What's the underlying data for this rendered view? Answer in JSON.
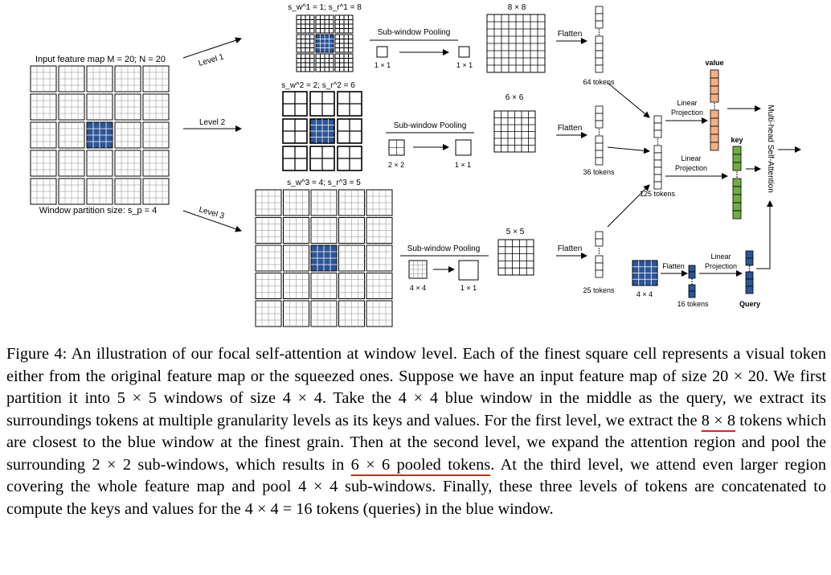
{
  "figure": {
    "input_title": "Input feature map  M = 20; N = 20",
    "window_partition": "Window partition size:  s_p = 4",
    "level1_label": "Level 1",
    "level2_label": "Level 2",
    "level3_label": "Level 3",
    "level1_params": "s_w^1 = 1; s_r^1 = 8",
    "level2_params": "s_w^2 = 2; s_r^2 = 6",
    "level3_params": "s_w^3 = 4; s_r^3 = 5",
    "sub_window_pooling": "Sub-window Pooling",
    "pool_in_1": "1 × 1",
    "pool_out_1": "1 × 1",
    "pool_in_2": "2 × 2",
    "pool_out_2": "1 × 1",
    "pool_in_3": "4 × 4",
    "pool_out_3": "1 × 1",
    "grid_8": "8 × 8",
    "grid_6": "6 × 6",
    "grid_5": "5 × 5",
    "flatten": "Flatten",
    "tokens_64": "64 tokens",
    "tokens_36": "36 tokens",
    "tokens_25": "25 tokens",
    "tokens_125": "125 tokens",
    "tokens_16": "16 tokens",
    "query_grid": "4 × 4",
    "linear_projection_1": "Linear",
    "linear_projection_2": "Projection",
    "value": "value",
    "key": "key",
    "query": "Query",
    "mhsa": "Multi-head Self-Attention",
    "colors": {
      "blue": "#2d5597",
      "orange": "#f4b183",
      "green": "#70ad47",
      "underline": "#e02020"
    }
  },
  "caption": {
    "part1": "Figure 4: An illustration of our focal self-attention at window level. Each of the finest square cell represents a visual token either from the original feature map or the squeezed ones. Suppose we have an input feature map of size 20 × 20. We first partition it into 5 × 5 windows of size 4 × 4. Take the 4 × 4 blue window in the middle as the query, we extract its surroundings tokens at multiple granularity levels as its keys and values. For the first level, we extract the ",
    "underline1": "8 × 8",
    "part2": " tokens which are closest to the blue window at the finest grain. Then at the second level, we expand the attention region and pool the surrounding 2 × 2 sub-windows, which results in ",
    "underline2": "6 × 6 pooled tokens",
    "part3": ". At the third level, we attend even larger region covering the whole feature map and pool 4 × 4 sub-windows. Finally, these three levels of tokens are concatenated to compute the keys and values for the 4 × 4 = 16 tokens (queries) in the blue window."
  }
}
